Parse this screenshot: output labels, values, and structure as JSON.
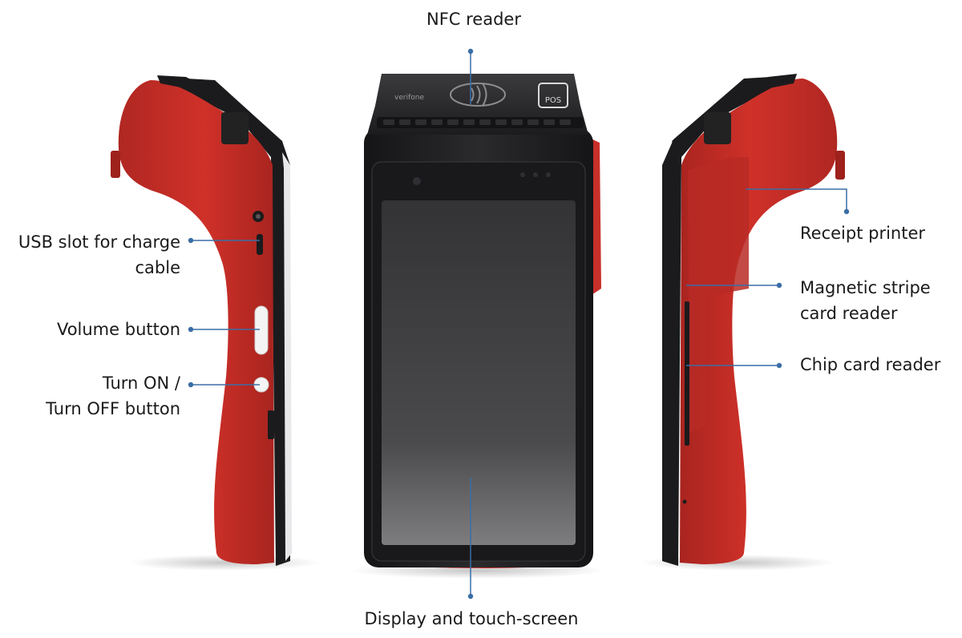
{
  "colors": {
    "body_red": "#c8302a",
    "body_red_shadow": "#9e211c",
    "body_black": "#1b1b1d",
    "screen": "#2a2a2c",
    "leader_line": "#3a6ea5"
  },
  "devices": {
    "left_view": "device-side-left",
    "front_view": "device-front",
    "right_view": "device-side-right"
  },
  "front_panel": {
    "brand_text": "verifone",
    "pos_text": "POS"
  },
  "labels": {
    "nfc_reader": "NFC reader",
    "usb_slot_line1": "USB slot for charge",
    "usb_slot_line2": "cable",
    "volume_button": "Volume button",
    "power_button_line1": "Turn ON /",
    "power_button_line2": "Turn OFF button",
    "display": "Display and touch-screen",
    "receipt_printer": "Receipt printer",
    "magstripe_line1": "Magnetic stripe",
    "magstripe_line2": "card reader",
    "chip_reader": "Chip card reader"
  }
}
